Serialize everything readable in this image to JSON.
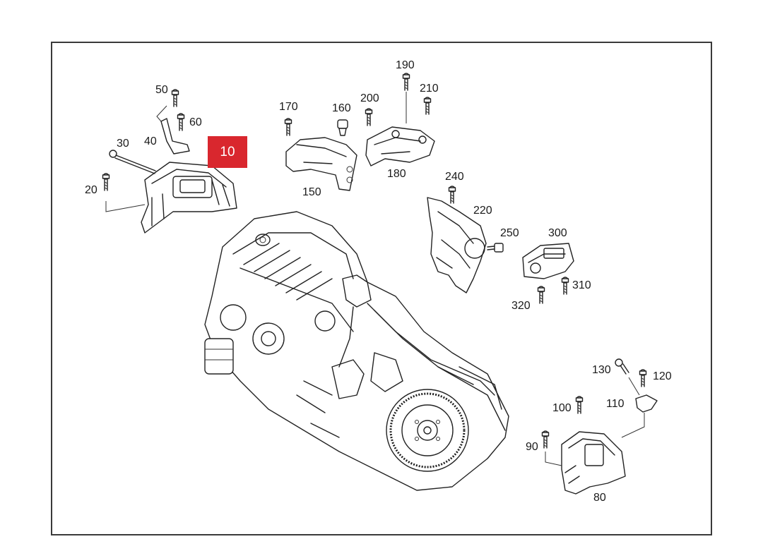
{
  "highlight": {
    "label": "10",
    "color": "#d9272e"
  },
  "labels": {
    "p20": "20",
    "p30": "30",
    "p40": "40",
    "p50": "50",
    "p60": "60",
    "p80": "80",
    "p90": "90",
    "p100": "100",
    "p110": "110",
    "p120": "120",
    "p130": "130",
    "p150": "150",
    "p160": "160",
    "p170": "170",
    "p180": "180",
    "p190": "190",
    "p200": "200",
    "p210": "210",
    "p220": "220",
    "p240": "240",
    "p250": "250",
    "p300": "300",
    "p310": "310",
    "p320": "320"
  },
  "icons": [
    "bolt-icon",
    "engine-mount-icon",
    "engine-block-icon",
    "flywheel-icon",
    "bracket-icon"
  ]
}
